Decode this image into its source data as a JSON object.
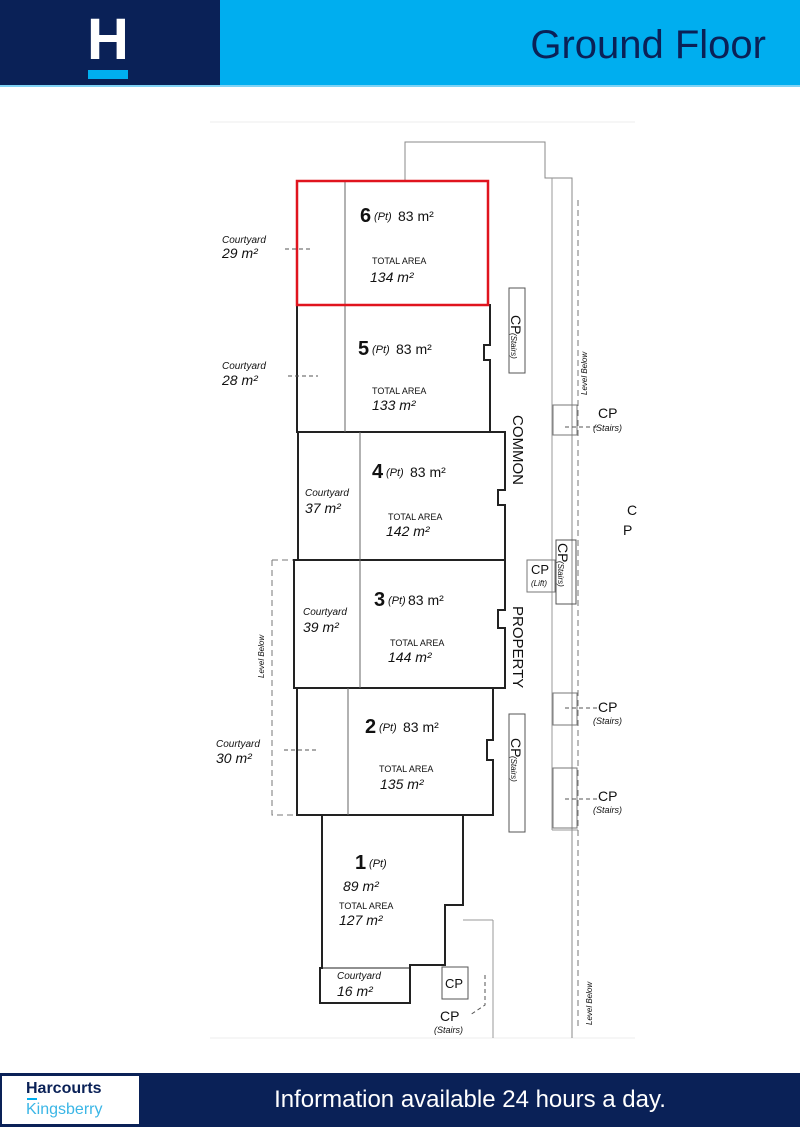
{
  "header": {
    "logo_letter": "H",
    "title": "Ground Floor"
  },
  "footer": {
    "brand_line1": "Harcourts",
    "brand_line2": "Kingsberry",
    "tagline": "Information available 24 hours a day."
  },
  "colors": {
    "navy": "#0a2157",
    "sky": "#00aeef",
    "highlight": "#e0141e"
  },
  "plan": {
    "units": [
      {
        "number": "6",
        "pt": "(Pt)",
        "area": "83 m²",
        "total_label": "TOTAL AREA",
        "total": "134 m²",
        "courtyard_label": "Courtyard",
        "courtyard": "29 m²",
        "highlighted": true
      },
      {
        "number": "5",
        "pt": "(Pt)",
        "area": "83 m²",
        "total_label": "TOTAL AREA",
        "total": "133 m²",
        "courtyard_label": "Courtyard",
        "courtyard": "28 m²"
      },
      {
        "number": "4",
        "pt": "(Pt)",
        "area": "83 m²",
        "total_label": "TOTAL AREA",
        "total": "142 m²",
        "courtyard_label": "Courtyard",
        "courtyard": "37 m²"
      },
      {
        "number": "3",
        "pt": "(Pt)",
        "area": "83 m²",
        "total_label": "TOTAL AREA",
        "total": "144 m²",
        "courtyard_label": "Courtyard",
        "courtyard": "39 m²"
      },
      {
        "number": "2",
        "pt": "(Pt)",
        "area": "83 m²",
        "total_label": "TOTAL AREA",
        "total": "135 m²",
        "courtyard_label": "Courtyard",
        "courtyard": "30 m²"
      },
      {
        "number": "1",
        "pt": "(Pt)",
        "area": "89 m²",
        "total_label": "TOTAL AREA",
        "total": "127 m²",
        "courtyard_label": "Courtyard",
        "courtyard": "16 m²"
      }
    ],
    "common": "COMMON",
    "property": "PROPERTY",
    "cp": "CP",
    "stairs": "(Stairs)",
    "lift": "(Lift)",
    "level_below": "Level Below",
    "edge_c": "C",
    "edge_p": "P"
  }
}
